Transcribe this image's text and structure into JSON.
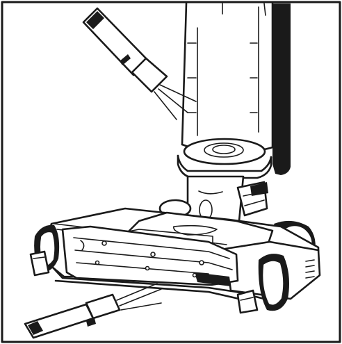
{
  "figure": {
    "subject": "upright-vacuum-nozzle-cleaning",
    "tools": [
      "brush-tool",
      "brush-tool"
    ],
    "colors": {
      "ink": "#1a1a1a",
      "background": "#ffffff",
      "shadow": "#1a1a1a"
    }
  }
}
